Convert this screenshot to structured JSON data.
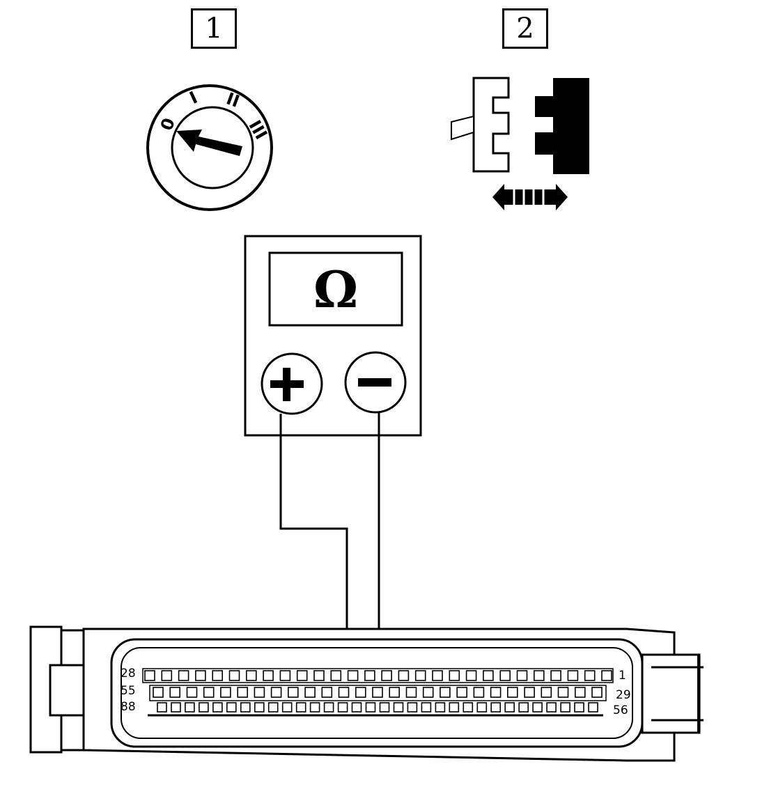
{
  "labels": {
    "step1": "1",
    "step2": "2"
  },
  "ignition_switch": {
    "positions": [
      "0",
      "I",
      "II",
      "III"
    ]
  },
  "meter": {
    "unit": "Ω",
    "plus": "+",
    "minus": "−"
  },
  "connector": {
    "row1": {
      "start": "28",
      "end": "1"
    },
    "row2": {
      "start": "55",
      "end": "29"
    },
    "row3": {
      "start": "88",
      "end": "56"
    },
    "pins_per_row": [
      28,
      27,
      32
    ]
  },
  "colors": {
    "ink": "#000000",
    "paper": "#ffffff"
  }
}
